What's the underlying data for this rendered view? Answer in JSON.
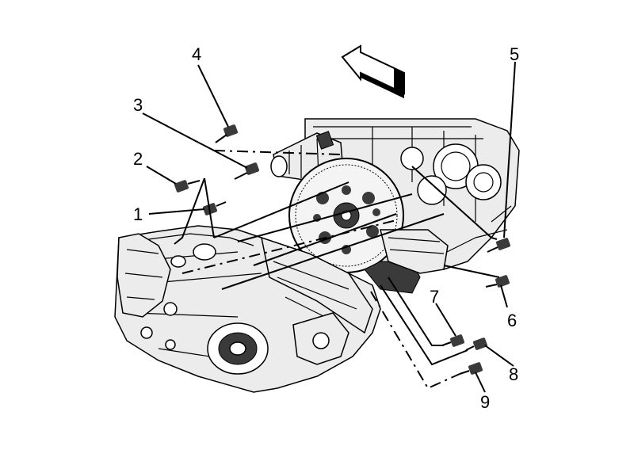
{
  "callouts": [
    "1",
    "2",
    "3",
    "4",
    "5",
    "6",
    "7",
    "8",
    "9"
  ],
  "arrow_icon": "front-direction-arrow"
}
